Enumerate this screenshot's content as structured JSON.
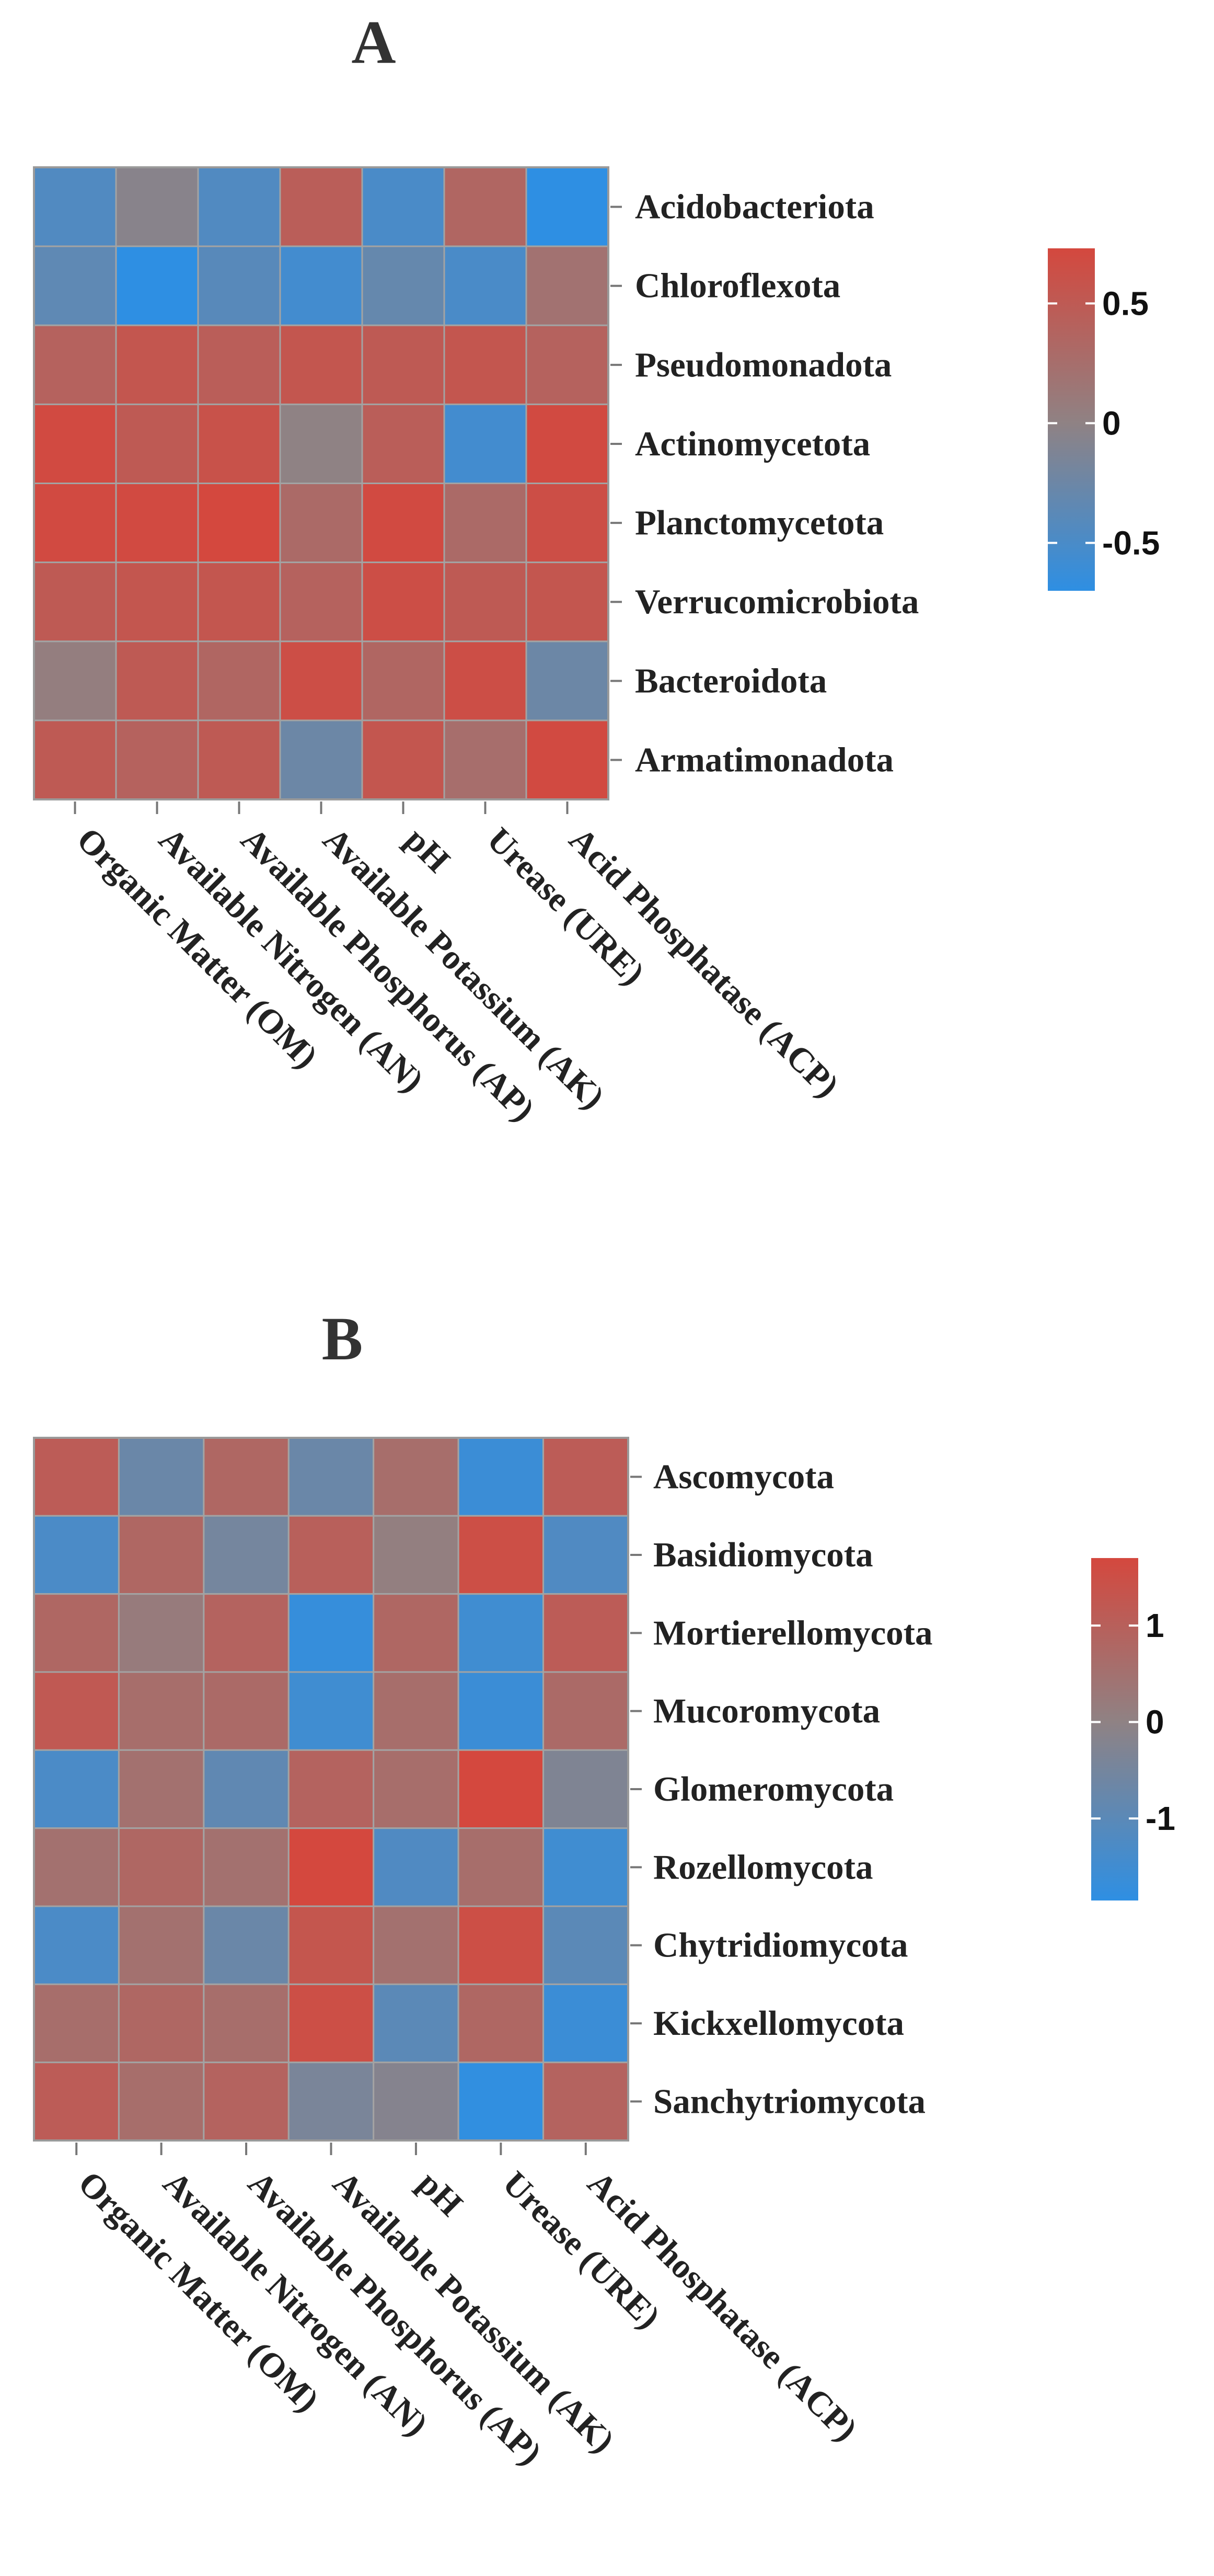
{
  "chart_data": [
    {
      "type": "heatmap",
      "panel_label": "A",
      "rows": [
        "Acidobacteriota",
        "Chloroflexota",
        "Pseudomonadota",
        "Actinomycetota",
        "Planctomycetota",
        "Verrucomicrobiota",
        "Bacteroidota",
        "Armatimonadota"
      ],
      "columns": [
        "Organic Matter (OM)",
        "Available Nitrogen (AN)",
        "Available Phosphorus (AP)",
        "Available Potassium (AK)",
        "pH",
        "Urease (URE)",
        "Acid Phosphatase (ACP)"
      ],
      "values": [
        [
          -0.45,
          -0.05,
          -0.45,
          0.45,
          -0.5,
          0.35,
          -0.7
        ],
        [
          -0.35,
          -0.7,
          -0.4,
          -0.55,
          -0.3,
          -0.5,
          0.2
        ],
        [
          0.4,
          0.55,
          0.45,
          0.55,
          0.5,
          0.55,
          0.4
        ],
        [
          0.7,
          0.5,
          0.6,
          0.0,
          0.45,
          -0.55,
          0.7
        ],
        [
          0.7,
          0.7,
          0.75,
          0.3,
          0.7,
          0.3,
          0.65
        ],
        [
          0.5,
          0.55,
          0.55,
          0.4,
          0.65,
          0.5,
          0.55
        ],
        [
          0.05,
          0.5,
          0.35,
          0.65,
          0.35,
          0.65,
          -0.25
        ],
        [
          0.5,
          0.4,
          0.5,
          -0.25,
          0.55,
          0.25,
          0.7
        ]
      ],
      "colorbar": {
        "min": -0.7,
        "max": 0.73,
        "ticks": [
          -0.5,
          0,
          0.5
        ],
        "tick_labels": [
          "-0.5",
          "0",
          "0.5"
        ]
      },
      "colors": {
        "low": "#2e8fe3",
        "mid": "#8f8284",
        "high": "#d4483e"
      },
      "grid": true,
      "legend_placement": "right"
    },
    {
      "type": "heatmap",
      "panel_label": "B",
      "rows": [
        "Ascomycota",
        "Basidiomycota",
        "Mortierellomycota",
        "Mucoromycota",
        "Glomeromycota",
        "Rozellomycota",
        "Chytridiomycota",
        "Kickxellomycota",
        "Sanchytriomycota"
      ],
      "columns": [
        "Organic Matter (OM)",
        "Available Nitrogen (AN)",
        "Available Phosphorus (AP)",
        "Available Potassium (AK)",
        "pH",
        "Urease (URE)",
        "Acid Phosphatase (ACP)"
      ],
      "values": [
        [
          1.1,
          -0.7,
          0.8,
          -0.7,
          0.6,
          -1.6,
          1.1
        ],
        [
          -1.3,
          0.8,
          -0.5,
          1.0,
          0.1,
          1.5,
          -1.2
        ],
        [
          0.8,
          0.2,
          0.9,
          -1.7,
          0.8,
          -1.5,
          1.1
        ],
        [
          1.2,
          0.6,
          0.7,
          -1.5,
          0.6,
          -1.6,
          0.7
        ],
        [
          -1.3,
          0.5,
          -0.9,
          0.9,
          0.6,
          1.7,
          -0.3
        ],
        [
          0.5,
          0.8,
          0.5,
          1.7,
          -1.2,
          0.6,
          -1.5
        ],
        [
          -1.3,
          0.5,
          -0.7,
          1.3,
          0.5,
          1.5,
          -1.0
        ],
        [
          0.6,
          0.8,
          0.6,
          1.5,
          -1.0,
          0.8,
          -1.6
        ],
        [
          1.1,
          0.6,
          0.9,
          -0.4,
          -0.2,
          -1.8,
          0.9
        ]
      ],
      "colorbar": {
        "min": -1.85,
        "max": 1.7,
        "ticks": [
          -1,
          0,
          1
        ],
        "tick_labels": [
          "-1",
          "0",
          "1"
        ]
      },
      "colors": {
        "low": "#2e8fe3",
        "mid": "#8f8284",
        "high": "#d4483e"
      },
      "grid": true,
      "legend_placement": "right"
    }
  ]
}
